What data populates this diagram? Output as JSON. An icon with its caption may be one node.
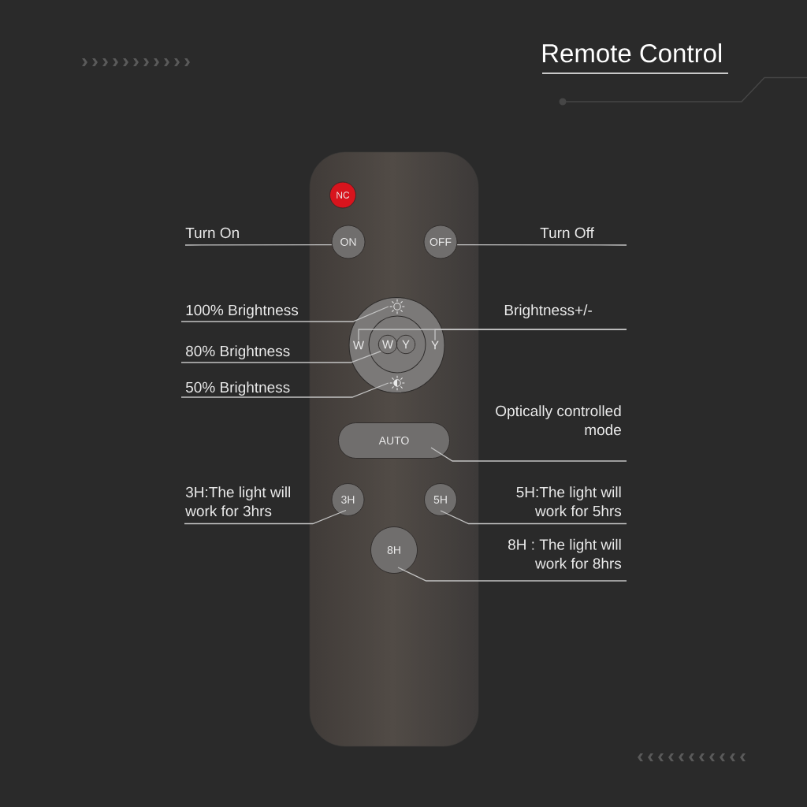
{
  "diagram": {
    "title": "Remote Control",
    "nodes": [
      {
        "text": [],
        "shape": "box"
      },
      {
        "text": [
          "NC"
        ],
        "in": 0
      },
      {
        "text": [
          "ON"
        ],
        "in": 0
      },
      {
        "text": [
          "OFF"
        ],
        "in": 0
      },
      {
        "text": [],
        "shape": "circle",
        "in": 0
      },
      {
        "text": [],
        "shape": "sun",
        "in": 4
      },
      {
        "text": [
          "W"
        ],
        "in": 4
      },
      {
        "text": [],
        "shape": "circle",
        "in": 4
      },
      {
        "text": [
          "W"
        ],
        "in": 7
      },
      {
        "text": [
          "Y"
        ],
        "in": 7
      },
      {
        "text": [
          "Y"
        ],
        "in": 4
      },
      {
        "text": [],
        "shape": "sun",
        "in": 4
      },
      {
        "text": [
          "AUTO"
        ],
        "in": 0
      },
      {
        "text": [
          "3H"
        ],
        "in": 0
      },
      {
        "text": [
          "5H"
        ],
        "in": 0
      },
      {
        "text": [
          "8H"
        ],
        "in": 0
      },
      {
        "text": [
          "Turn On"
        ]
      },
      {
        "text": [
          "Turn Off"
        ]
      },
      {
        "text": [
          "100% Brightness"
        ]
      },
      {
        "text": [
          "Brightness+/-"
        ]
      },
      {
        "text": [
          "80% Brightness"
        ]
      },
      {
        "text": [
          "50% Brightness"
        ]
      },
      {
        "text": [
          "Optically controlled mode"
        ]
      },
      {
        "text": [
          "3H:The light will work for 3hrs"
        ]
      },
      {
        "text": [
          "5H:The light will work for 5hrs"
        ]
      },
      {
        "text": [
          "8H : The light will work for 8hrs"
        ]
      }
    ],
    "edges": [
      {
        "from": 16,
        "to": 2,
        "arrow": "none"
      },
      {
        "from": 17,
        "to": 3,
        "arrow": "none"
      },
      {
        "from": 18,
        "to": 5,
        "arrow": "none"
      },
      {
        "from": 19,
        "to": 6,
        "arrow": "none"
      },
      {
        "from": 19,
        "to": 10,
        "arrow": "none"
      },
      {
        "from": 20,
        "to": 8,
        "arrow": "none"
      },
      {
        "from": 21,
        "to": 11,
        "arrow": "none"
      },
      {
        "from": 22,
        "to": 12,
        "arrow": "none"
      },
      {
        "from": 23,
        "to": 13,
        "arrow": "none"
      },
      {
        "from": 24,
        "to": 14,
        "arrow": "none"
      },
      {
        "from": 25,
        "to": 15,
        "arrow": "none"
      }
    ]
  }
}
